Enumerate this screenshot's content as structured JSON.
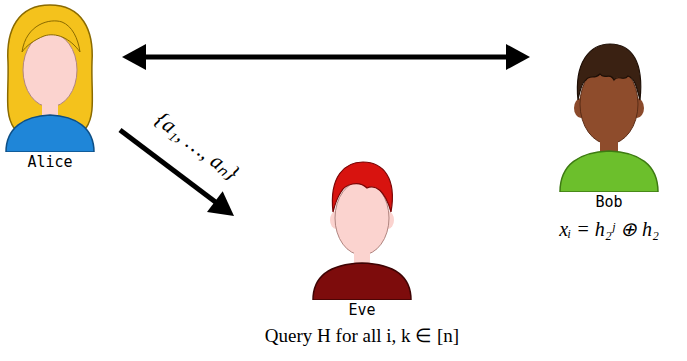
{
  "diagram": {
    "nodes": [
      {
        "text": [
          "Alice"
        ]
      },
      {
        "text": [
          "Bob",
          "xᵢ = h₂ʲ ⊕ h₂"
        ]
      },
      {
        "text": [
          "Eve",
          "Query H for all i, k ∈ [n]"
        ]
      }
    ],
    "edges": [
      {
        "from": 0,
        "to": 1,
        "arrow": "both"
      },
      {
        "from": 0,
        "to": 2,
        "arrow": "to",
        "label": "{a₁, …, aₙ}"
      }
    ]
  }
}
